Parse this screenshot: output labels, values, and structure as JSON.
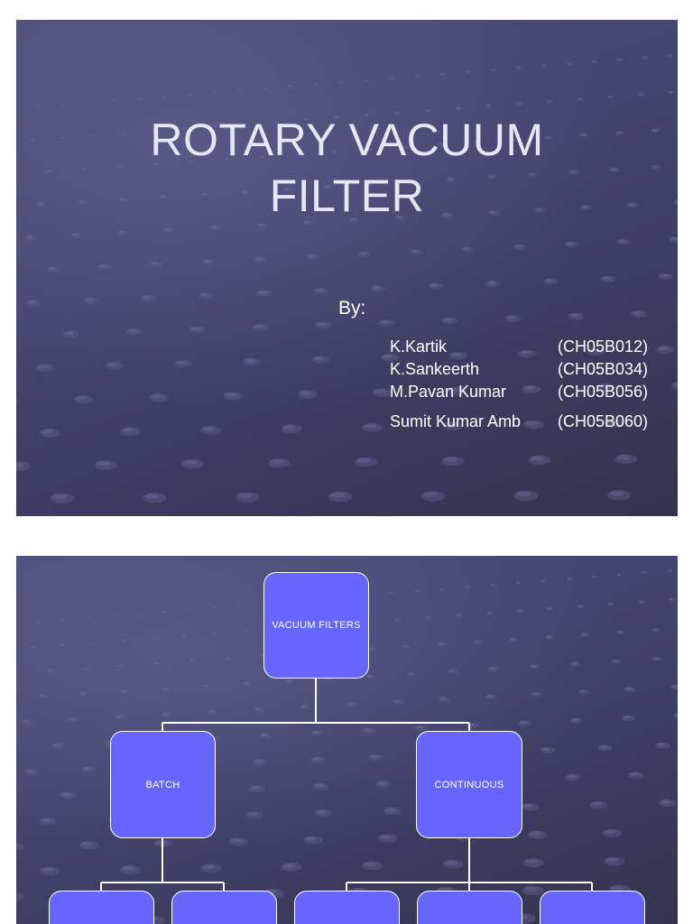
{
  "slide1": {
    "title_line1": "ROTARY VACUUM",
    "title_line2": "FILTER",
    "by_label": "By:",
    "authors": [
      {
        "name": "K.Kartik",
        "id": "(CH05B012)"
      },
      {
        "name": "K.Sankeerth",
        "id": "(CH05B034)"
      },
      {
        "name": "M.Pavan Kumar",
        "id": "(CH05B056)"
      },
      {
        "name": "Sumit Kumar Amb",
        "id": "(CH05B060)"
      }
    ]
  },
  "slide2": {
    "root": "VACUUM  FILTERS",
    "batch": "BATCH",
    "continuous": "CONTINUOUS"
  },
  "colors": {
    "slide_background": "#454470",
    "node_fill": "#6666ff",
    "node_border": "#ffffff",
    "text": "#ffffff"
  }
}
